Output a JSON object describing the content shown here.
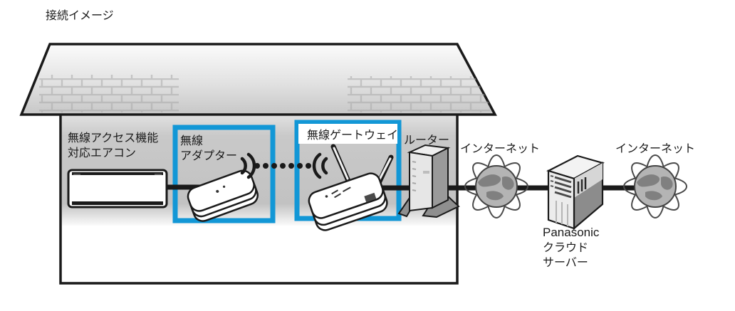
{
  "title": "接続イメージ",
  "highlight_color": "#1297d6",
  "labels": {
    "aircon_line1": "無線アクセス機能",
    "aircon_line2": "対応エアコン",
    "adapter_line1": "無線",
    "adapter_line2": "アダプター",
    "gateway": "無線ゲートウェイ",
    "router": "ルーター",
    "internet_left": "インターネット",
    "internet_right": "インターネット",
    "server_line1": "Panasonic",
    "server_line2": "クラウド",
    "server_line3": "サーバー"
  }
}
